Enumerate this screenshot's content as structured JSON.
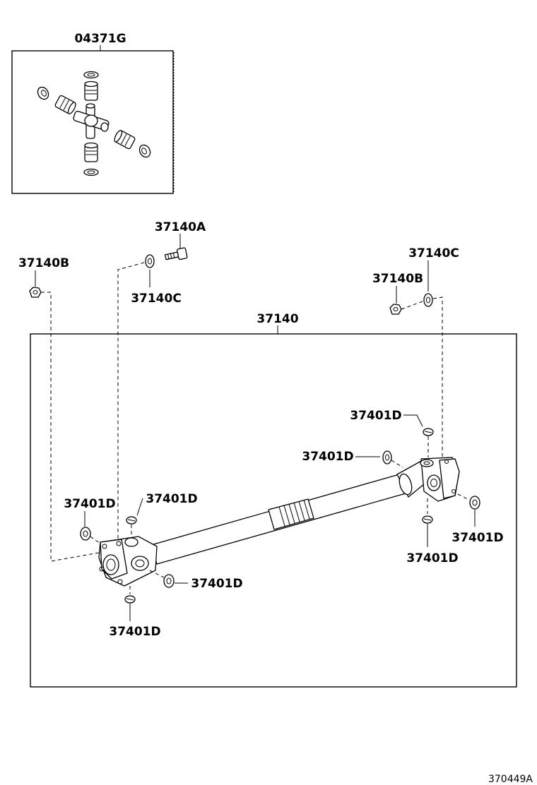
{
  "labels": {
    "kit": "04371G",
    "bolt": "37140A",
    "nut_left": "37140B",
    "washer_left": "37140C",
    "washer_right": "37140C",
    "nut_right": "37140B",
    "assembly": "37140",
    "clip_rear_top": "37401D",
    "clip_rear_mid": "37401D",
    "clip_front_left": "37401D",
    "clip_front_top": "37401D",
    "clip_front_right": "37401D",
    "clip_front_bottom": "37401D",
    "clip_rear_right": "37401D",
    "clip_rear_bottom": "37401D"
  },
  "figure_id": "370449A"
}
